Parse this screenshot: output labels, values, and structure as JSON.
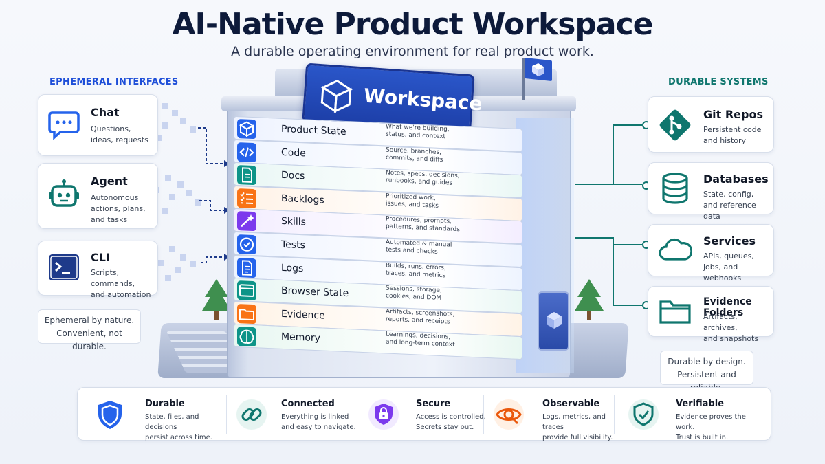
{
  "title": "AI-Native Product Workspace",
  "subtitle": "A durable operating environment for real product work.",
  "colors": {
    "brand": "#1d4ed8",
    "accent_teal": "#0f766e",
    "navy": "#0d1a3a"
  },
  "left": {
    "heading": "EPHEMERAL INTERFACES",
    "cards": [
      {
        "title": "Chat",
        "desc1": "Questions,",
        "desc2": "ideas, requests",
        "icon": "chat-bubble-icon"
      },
      {
        "title": "Agent",
        "desc1": "Autonomous",
        "desc2": "actions, plans,",
        "desc3": "and tasks",
        "icon": "robot-icon"
      },
      {
        "title": "CLI",
        "desc1": "Scripts, commands,",
        "desc2": "and automation",
        "icon": "terminal-icon"
      }
    ],
    "note1": "Ephemeral by nature.",
    "note2": "Convenient, not durable."
  },
  "workspace": {
    "sign": "Workspace",
    "floors": [
      {
        "name": "Product State",
        "desc1": "What we're building,",
        "desc2": "status, and context",
        "icon": "cube-icon",
        "color": "#2563eb",
        "bg": "#eef3ff"
      },
      {
        "name": "Code",
        "desc1": "Source, branches,",
        "desc2": "commits, and diffs",
        "icon": "code-icon",
        "color": "#2563eb",
        "bg": "#eef4ff"
      },
      {
        "name": "Docs",
        "desc1": "Notes, specs, decisions,",
        "desc2": "runbooks, and guides",
        "icon": "document-icon",
        "color": "#0d9488",
        "bg": "#e9f7f5"
      },
      {
        "name": "Backlogs",
        "desc1": "Prioritized work,",
        "desc2": "issues, and tasks",
        "icon": "checklist-icon",
        "color": "#f97316",
        "bg": "#fff2e6"
      },
      {
        "name": "Skills",
        "desc1": "Procedures, prompts,",
        "desc2": "patterns, and standards",
        "icon": "magic-wand-icon",
        "color": "#7c3aed",
        "bg": "#f3edff"
      },
      {
        "name": "Tests",
        "desc1": "Automated & manual",
        "desc2": "tests and checks",
        "icon": "check-circle-icon",
        "color": "#2563eb",
        "bg": "#edf3ff"
      },
      {
        "name": "Logs",
        "desc1": "Builds, runs, errors,",
        "desc2": "traces, and metrics",
        "icon": "log-file-icon",
        "color": "#2563eb",
        "bg": "#eef4ff"
      },
      {
        "name": "Browser State",
        "desc1": "Sessions, storage,",
        "desc2": "cookies, and DOM",
        "icon": "browser-icon",
        "color": "#0d9488",
        "bg": "#e9f7f4"
      },
      {
        "name": "Evidence",
        "desc1": "Artifacts, screenshots,",
        "desc2": "reports, and receipts",
        "icon": "folder-icon",
        "color": "#f97316",
        "bg": "#fff3e6"
      },
      {
        "name": "Memory",
        "desc1": "Learnings, decisions,",
        "desc2": "and long-term context",
        "icon": "brain-icon",
        "color": "#0d9488",
        "bg": "#e8f7f1"
      }
    ]
  },
  "right": {
    "heading": "DURABLE SYSTEMS",
    "cards": [
      {
        "title": "Git Repos",
        "desc1": "Persistent code",
        "desc2": "and history",
        "icon": "git-icon"
      },
      {
        "title": "Databases",
        "desc1": "State, config,",
        "desc2": "and reference data",
        "icon": "database-icon"
      },
      {
        "title": "Services",
        "desc1": "APIs, queues,",
        "desc2": "jobs, and webhooks",
        "icon": "cloud-icon"
      },
      {
        "title": "Evidence Folders",
        "desc1": "Artifacts, archives,",
        "desc2": "and snapshots",
        "icon": "folder-icon"
      }
    ],
    "note1": "Durable by design.",
    "note2": "Persistent and reliable."
  },
  "pillars": [
    {
      "title": "Durable",
      "desc1": "State, files, and decisions",
      "desc2": "persist across time.",
      "icon": "shield-icon",
      "color": "#2563eb"
    },
    {
      "title": "Connected",
      "desc1": "Everything is linked",
      "desc2": "and easy to navigate.",
      "icon": "link-icon",
      "color": "#0f766e"
    },
    {
      "title": "Secure",
      "desc1": "Access is controlled.",
      "desc2": "Secrets stay out.",
      "icon": "lock-shield-icon",
      "color": "#7c3aed"
    },
    {
      "title": "Observable",
      "desc1": "Logs, metrics, and traces",
      "desc2": "provide full visibility.",
      "icon": "eye-icon",
      "color": "#ea580c"
    },
    {
      "title": "Verifiable",
      "desc1": "Evidence proves the work.",
      "desc2": "Trust is built in.",
      "icon": "check-shield-icon",
      "color": "#0f766e"
    }
  ]
}
